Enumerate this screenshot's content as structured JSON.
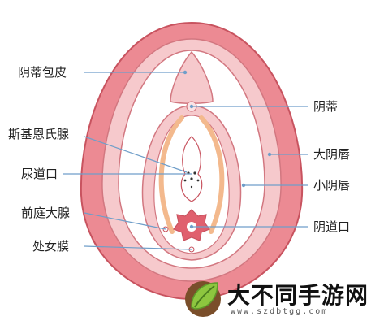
{
  "labels": {
    "prepuce": "阴蒂包皮",
    "skenes": "斯基恩氏腺",
    "urethral": "尿道口",
    "bartholin": "前庭大腺",
    "hymen": "处女膜",
    "clitoris": "阴蒂",
    "labia_majora": "大阴唇",
    "labia_minora": "小阴唇",
    "vaginal": "阴道口"
  },
  "watermark": {
    "title": "大不同手游网",
    "url": "www.szdbtgg.com"
  },
  "colors": {
    "outer_pink": "#ec8a93",
    "inner_pink": "#f6c9cc",
    "white": "#ffffff",
    "outline": "#c8535f",
    "orange": "#f3b98d",
    "leader": "#6f9ec9",
    "vaginal_red": "#e0606e"
  }
}
